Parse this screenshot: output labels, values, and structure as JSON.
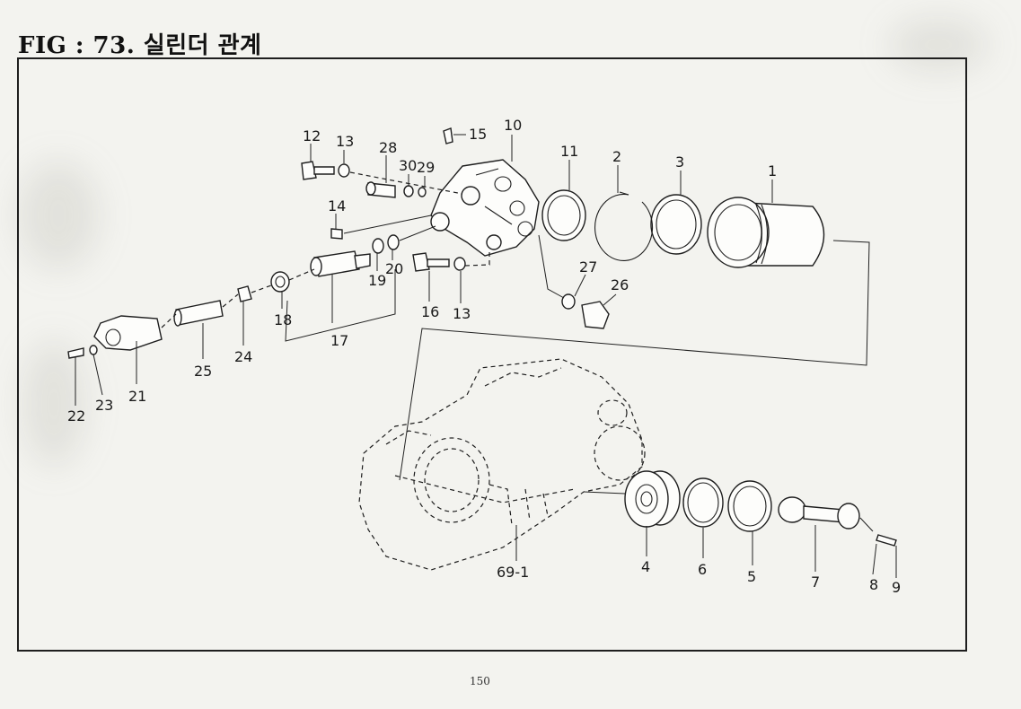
{
  "title": "FIG : 73.  실린더 관계",
  "page_number": "150",
  "part_labels": {
    "p1": "1",
    "p2": "2",
    "p3": "3",
    "p4": "4",
    "p5": "5",
    "p6": "6",
    "p7": "7",
    "p8": "8",
    "p9": "9",
    "p10": "10",
    "p11": "11",
    "p12": "12",
    "p13a": "13",
    "p13b": "13",
    "p14": "14",
    "p15": "15",
    "p16": "16",
    "p17": "17",
    "p18": "18",
    "p19": "19",
    "p20": "20",
    "p21": "21",
    "p22": "22",
    "p23": "23",
    "p24": "24",
    "p25": "25",
    "p26": "26",
    "p27": "27",
    "p28": "28",
    "p29": "29",
    "p30": "30",
    "p69_1": "69-1"
  }
}
